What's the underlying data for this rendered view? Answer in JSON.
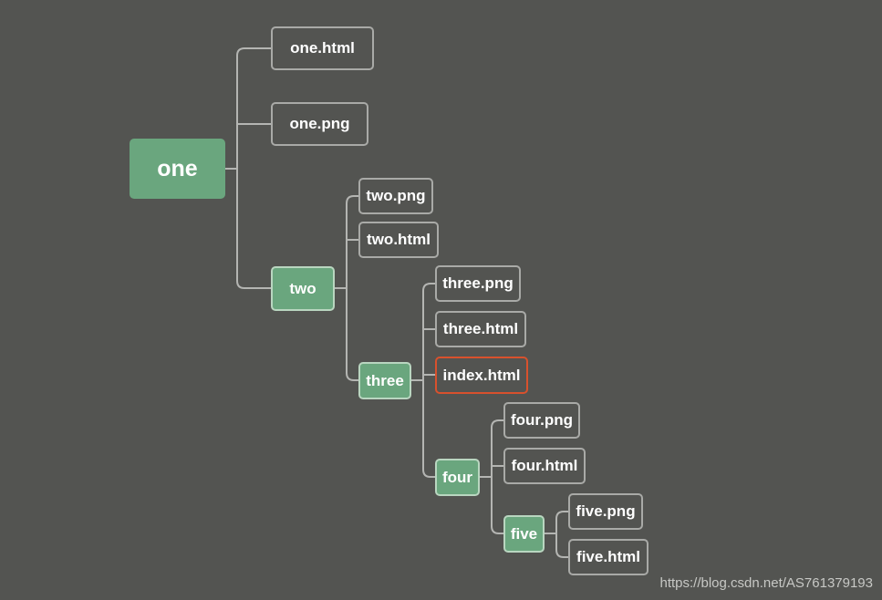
{
  "mindmap": {
    "root": "one",
    "one_html": "one.html",
    "one_png": "one.png",
    "two": "two",
    "two_png": "two.png",
    "two_html": "two.html",
    "three": "three",
    "three_png": "three.png",
    "three_html": "three.html",
    "index_html": "index.html",
    "four": "four",
    "four_png": "four.png",
    "four_html": "four.html",
    "five": "five",
    "five_png": "five.png",
    "five_html": "five.html"
  },
  "colors": {
    "background": "#535451",
    "folder_fill": "#6aa67e",
    "leaf_border": "#a9aaa7",
    "highlight_border": "#d8512d",
    "connector": "#b4b5b2"
  },
  "watermark": "https://blog.csdn.net/AS761379193"
}
